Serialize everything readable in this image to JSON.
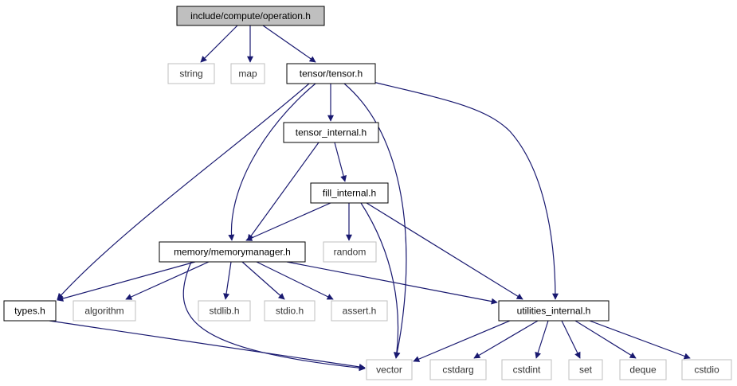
{
  "graph": {
    "edge_color": "#191970",
    "nodes": [
      {
        "id": "operation",
        "label": "include/compute/operation.h",
        "kind": "root"
      },
      {
        "id": "string",
        "label": "string",
        "kind": "system"
      },
      {
        "id": "map",
        "label": "map",
        "kind": "system"
      },
      {
        "id": "tensor",
        "label": "tensor/tensor.h",
        "kind": "local"
      },
      {
        "id": "tensor_internal",
        "label": "tensor_internal.h",
        "kind": "local"
      },
      {
        "id": "fill_internal",
        "label": "fill_internal.h",
        "kind": "local"
      },
      {
        "id": "random",
        "label": "random",
        "kind": "system"
      },
      {
        "id": "memorymanager",
        "label": "memory/memorymanager.h",
        "kind": "local"
      },
      {
        "id": "types",
        "label": "types.h",
        "kind": "local"
      },
      {
        "id": "algorithm",
        "label": "algorithm",
        "kind": "system"
      },
      {
        "id": "stdlib",
        "label": "stdlib.h",
        "kind": "system"
      },
      {
        "id": "stdio",
        "label": "stdio.h",
        "kind": "system"
      },
      {
        "id": "assert",
        "label": "assert.h",
        "kind": "system"
      },
      {
        "id": "utilities",
        "label": "utilities_internal.h",
        "kind": "local"
      },
      {
        "id": "vector",
        "label": "vector",
        "kind": "system"
      },
      {
        "id": "cstdarg",
        "label": "cstdarg",
        "kind": "system"
      },
      {
        "id": "cstdint",
        "label": "cstdint",
        "kind": "system"
      },
      {
        "id": "set",
        "label": "set",
        "kind": "system"
      },
      {
        "id": "deque",
        "label": "deque",
        "kind": "system"
      },
      {
        "id": "cstdio",
        "label": "cstdio",
        "kind": "system"
      }
    ],
    "edges": [
      {
        "from": "operation",
        "to": "string"
      },
      {
        "from": "operation",
        "to": "map"
      },
      {
        "from": "operation",
        "to": "tensor"
      },
      {
        "from": "tensor",
        "to": "tensor_internal"
      },
      {
        "from": "tensor",
        "to": "types"
      },
      {
        "from": "tensor",
        "to": "memorymanager"
      },
      {
        "from": "tensor",
        "to": "vector"
      },
      {
        "from": "tensor",
        "to": "utilities"
      },
      {
        "from": "tensor_internal",
        "to": "fill_internal"
      },
      {
        "from": "tensor_internal",
        "to": "memorymanager"
      },
      {
        "from": "fill_internal",
        "to": "memorymanager"
      },
      {
        "from": "fill_internal",
        "to": "random"
      },
      {
        "from": "fill_internal",
        "to": "vector"
      },
      {
        "from": "fill_internal",
        "to": "utilities"
      },
      {
        "from": "memorymanager",
        "to": "types"
      },
      {
        "from": "memorymanager",
        "to": "algorithm"
      },
      {
        "from": "memorymanager",
        "to": "stdlib"
      },
      {
        "from": "memorymanager",
        "to": "stdio"
      },
      {
        "from": "memorymanager",
        "to": "assert"
      },
      {
        "from": "memorymanager",
        "to": "utilities"
      },
      {
        "from": "memorymanager",
        "to": "vector"
      },
      {
        "from": "types",
        "to": "vector"
      },
      {
        "from": "utilities",
        "to": "vector"
      },
      {
        "from": "utilities",
        "to": "cstdarg"
      },
      {
        "from": "utilities",
        "to": "cstdint"
      },
      {
        "from": "utilities",
        "to": "set"
      },
      {
        "from": "utilities",
        "to": "deque"
      },
      {
        "from": "utilities",
        "to": "cstdio"
      }
    ]
  }
}
